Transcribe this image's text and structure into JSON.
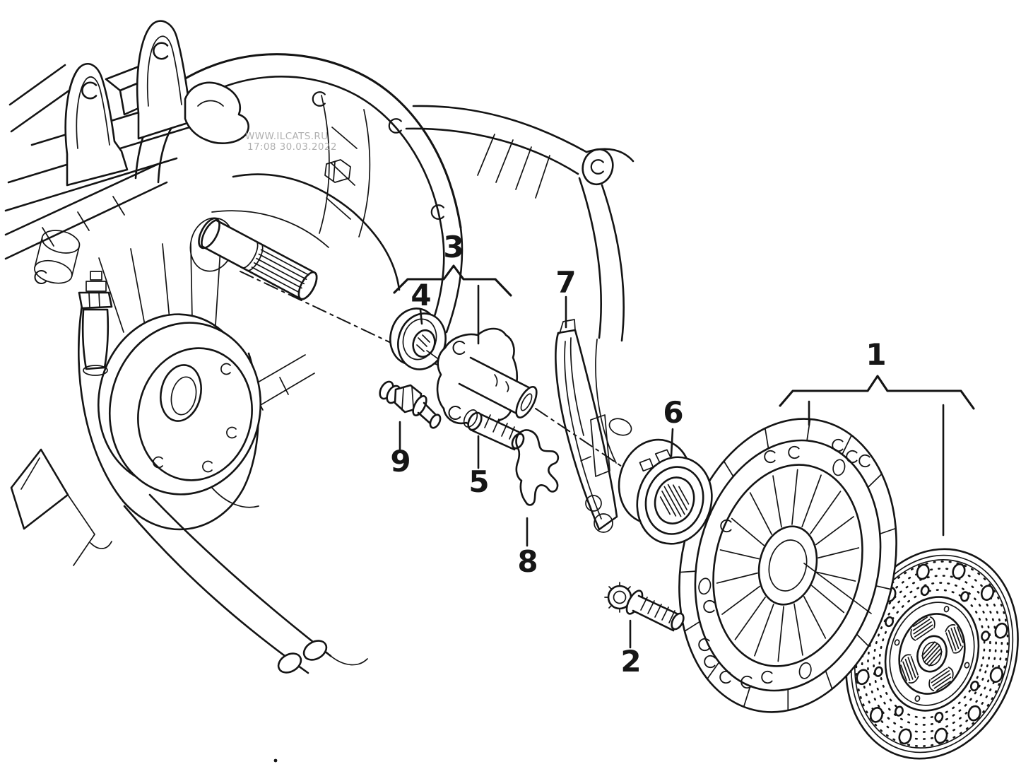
{
  "figure": {
    "background": "#ffffff",
    "line_color": "#141414"
  },
  "watermark": {
    "line1": "WWW.ILCATS.RU",
    "line2": "17:08 30.03.2022",
    "color": "#9e9e9e"
  },
  "callouts": {
    "c1": {
      "label": "1"
    },
    "c2": {
      "label": "2"
    },
    "c3": {
      "label": "3"
    },
    "c4": {
      "label": "4"
    },
    "c5": {
      "label": "5"
    },
    "c6": {
      "label": "6"
    },
    "c7": {
      "label": "7"
    },
    "c8": {
      "label": "8"
    },
    "c9": {
      "label": "9"
    }
  }
}
